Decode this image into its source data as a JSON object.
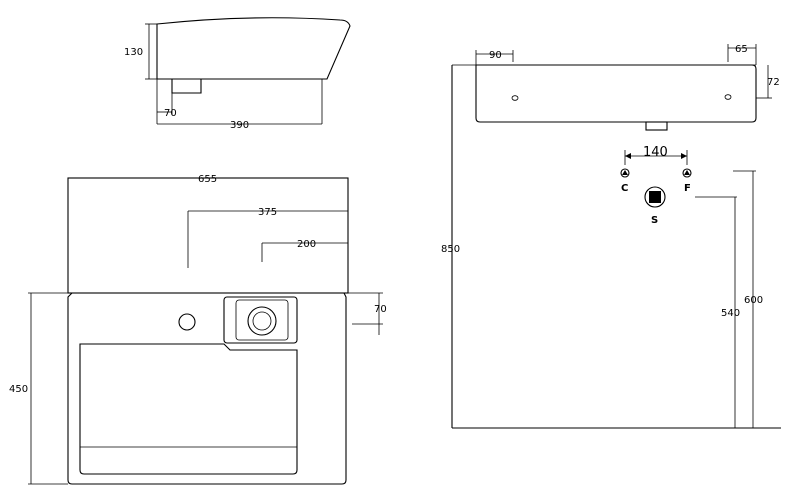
{
  "side_view": {
    "dims": {
      "height": "130",
      "outlet": "70",
      "depth": "390"
    }
  },
  "plan_view": {
    "dims": {
      "width": "655",
      "tap_offset": "375",
      "drain_offset": "200",
      "ledge": "70",
      "depth": "450"
    }
  },
  "front_view": {
    "dims": {
      "left_offset": "90",
      "right_offset": "65",
      "basin_height": "72",
      "spacing": "140",
      "floor_height": "850",
      "supply_height": "600",
      "waste_height": "540"
    },
    "labels": {
      "cold": "C",
      "hot": "F",
      "waste": "S"
    }
  },
  "colors": {
    "line": "#000000",
    "background": "#ffffff"
  }
}
